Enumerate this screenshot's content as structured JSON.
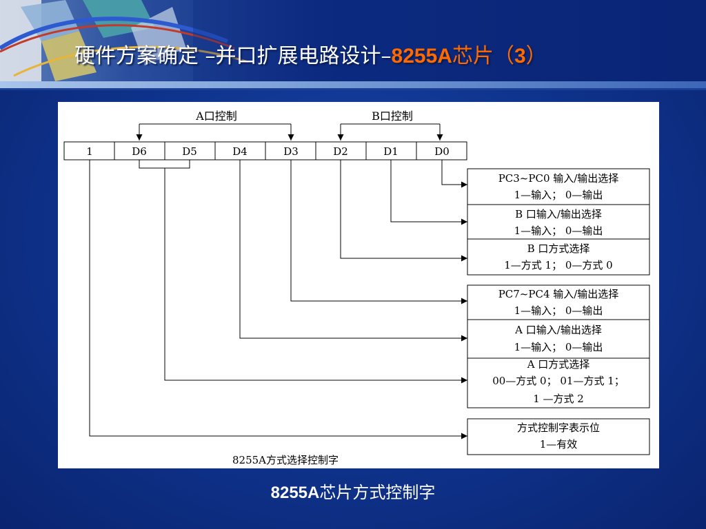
{
  "slide": {
    "title_main": "硬件方案确定 –并口扩展电路设计–",
    "title_highlight_a": "8255A",
    "title_highlight_b": "芯片（",
    "title_highlight_c": "3",
    "title_highlight_d": "）",
    "caption_bold": "8255A",
    "caption_rest": "芯片方式控制字"
  },
  "diagram": {
    "group_a_label": "A口控制",
    "group_b_label": "B口控制",
    "bits": [
      "1",
      "D6",
      "D5",
      "D4",
      "D3",
      "D2",
      "D1",
      "D0"
    ],
    "boxes_top": [
      {
        "line1": "PC3~PC0 输入/输出选择",
        "line2": "1—输入；  0—输出"
      },
      {
        "line1": "B 口输入/输出选择",
        "line2": "1—输入；  0—输出"
      },
      {
        "line1": "B 口方式选择",
        "line2": "1—方式 1；  0—方式 0"
      }
    ],
    "boxes_middle": [
      {
        "line1": "PC7~PC4 输入/输出选择",
        "line2": "1—输入；  0—输出"
      },
      {
        "line1": "A 口输入/输出选择",
        "line2": "1—输入；  0—输出"
      },
      {
        "line1": "A 口方式选择",
        "line2": "00—方式 0；  01—方式 1；",
        "line3": "1  —方式 2"
      }
    ],
    "box_bottom": {
      "line1": "方式控制字表示位",
      "line2": "1—有效"
    },
    "diagram_caption": "8255A方式选择控制字"
  },
  "colors": {
    "title_highlight": "#ff6a00",
    "background": "#0f3590"
  }
}
